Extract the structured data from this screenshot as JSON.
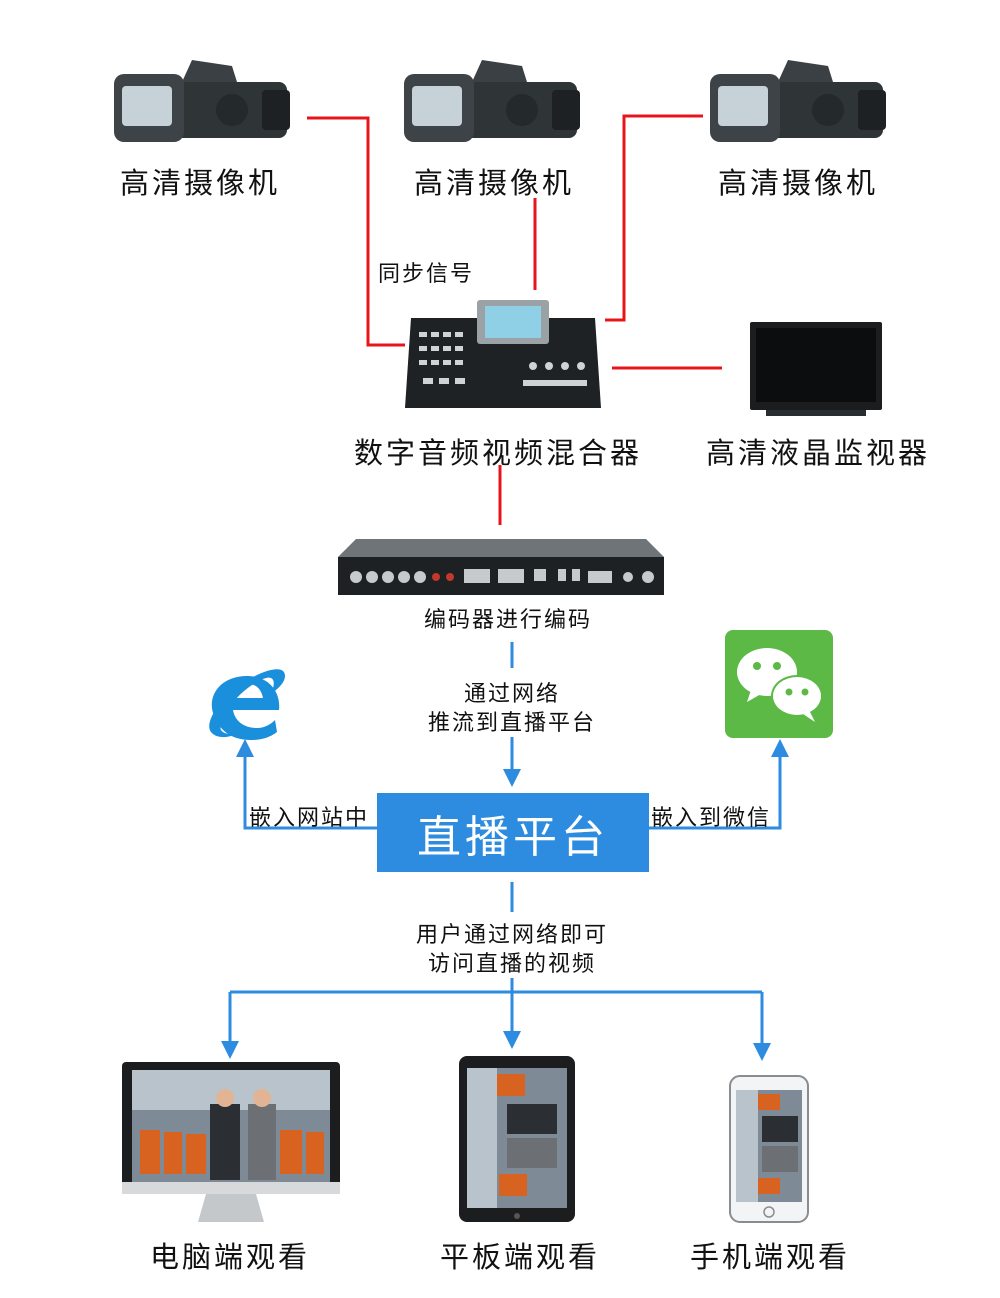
{
  "cameras": [
    {
      "label": "高清摄像机"
    },
    {
      "label": "高清摄像机"
    },
    {
      "label": "高清摄像机"
    }
  ],
  "sync_label": "同步信号",
  "mixer_label": "数字音频视频混合器",
  "monitor_label": "高清液晶监视器",
  "encoder_label": "编码器进行编码",
  "network_push": {
    "line1": "通过网络",
    "line2": "推流到直播平台"
  },
  "platform_label": "直播平台",
  "embed_site_label": "嵌入网站中",
  "embed_wechat_label": "嵌入到微信",
  "access": {
    "line1": "用户通过网络即可",
    "line2": "访问直播的视频"
  },
  "endpoints": [
    {
      "label": "电脑端观看"
    },
    {
      "label": "平板端观看"
    },
    {
      "label": "手机端观看"
    }
  ],
  "colors": {
    "signal_line": "#e8141b",
    "network_line": "#2d8ce0",
    "platform_bg": "#2d8ce0",
    "wechat": "#5cb946",
    "ie": "#1a8fdc"
  },
  "icons": [
    "camera-icon",
    "mixer-icon",
    "monitor-icon",
    "encoder-icon",
    "ie-browser-icon",
    "wechat-icon",
    "desktop-icon",
    "tablet-icon",
    "phone-icon"
  ]
}
